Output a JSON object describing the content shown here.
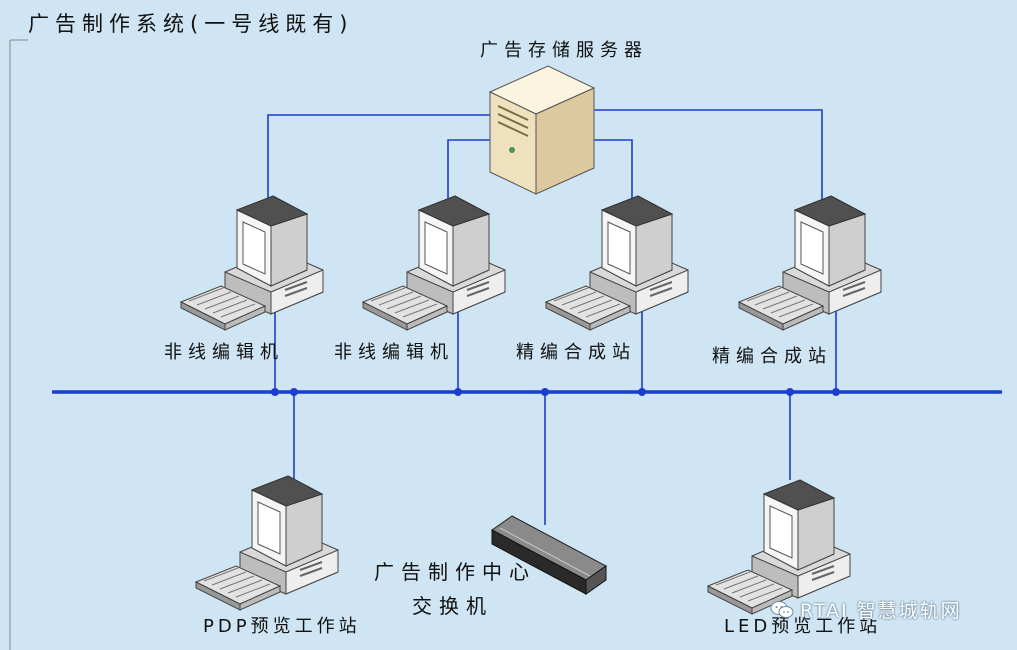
{
  "title": "广告制作系统(一号线既有)",
  "server": {
    "label": "广告存储服务器"
  },
  "workstations": [
    {
      "label": "非线编辑机"
    },
    {
      "label": "非线编辑机"
    },
    {
      "label": "精编合成站"
    },
    {
      "label": "精编合成站"
    }
  ],
  "switch": {
    "label_line1": "广告制作中心",
    "label_line2": "交换机"
  },
  "preview_stations": [
    {
      "label": "PDP预览工作站"
    },
    {
      "label": "LED预览工作站"
    }
  ],
  "watermark": {
    "text": "RTAI 智慧城轨网",
    "icon": "wechat-icon"
  },
  "colors": {
    "background": "#cfe5f3",
    "network_line": "#1a3fd0",
    "server_body": "#f3e7c9"
  }
}
